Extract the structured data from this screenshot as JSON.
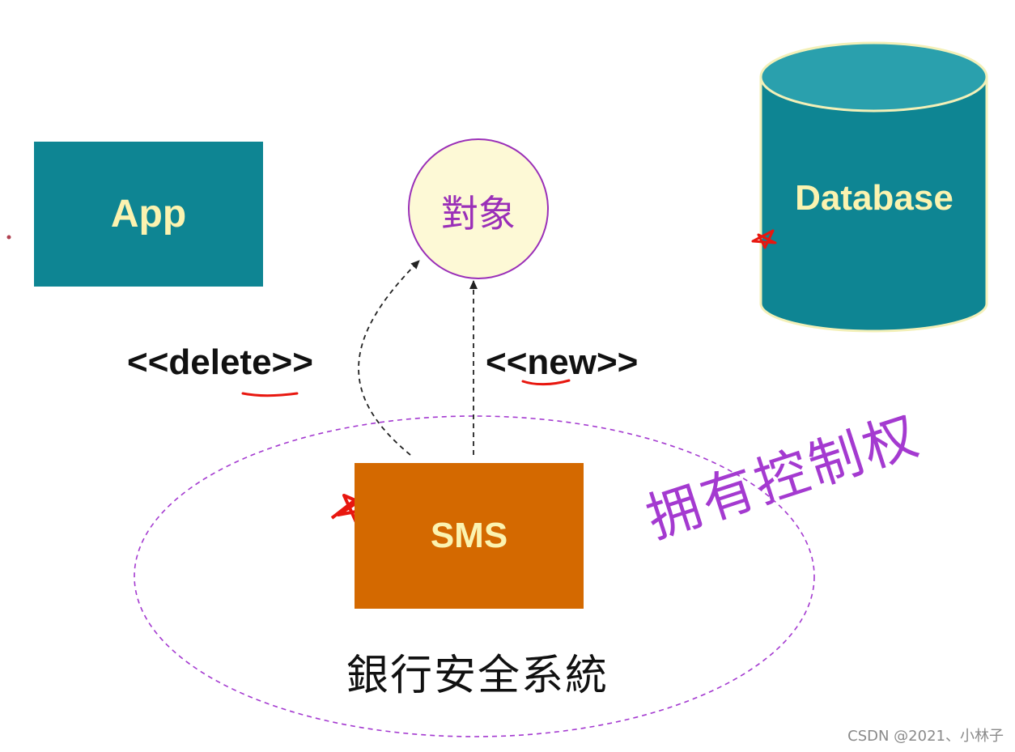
{
  "nodes": {
    "app": {
      "label": "App"
    },
    "object": {
      "label": "對象"
    },
    "database": {
      "label": "Database"
    },
    "sms": {
      "label": "SMS"
    }
  },
  "edges": {
    "delete": {
      "label": "<<delete>>"
    },
    "new": {
      "label": "<<new>>"
    }
  },
  "boundary": {
    "label": "銀行安全系統"
  },
  "annotation": {
    "text": "拥有控制权"
  },
  "watermark": {
    "text": "CSDN @2021、小林子"
  },
  "colors": {
    "teal": "#0e8593",
    "orange": "#d46900",
    "cream": "#fbf3b0",
    "purple": "#9a2fb8",
    "red_marks": "#e8170f"
  }
}
